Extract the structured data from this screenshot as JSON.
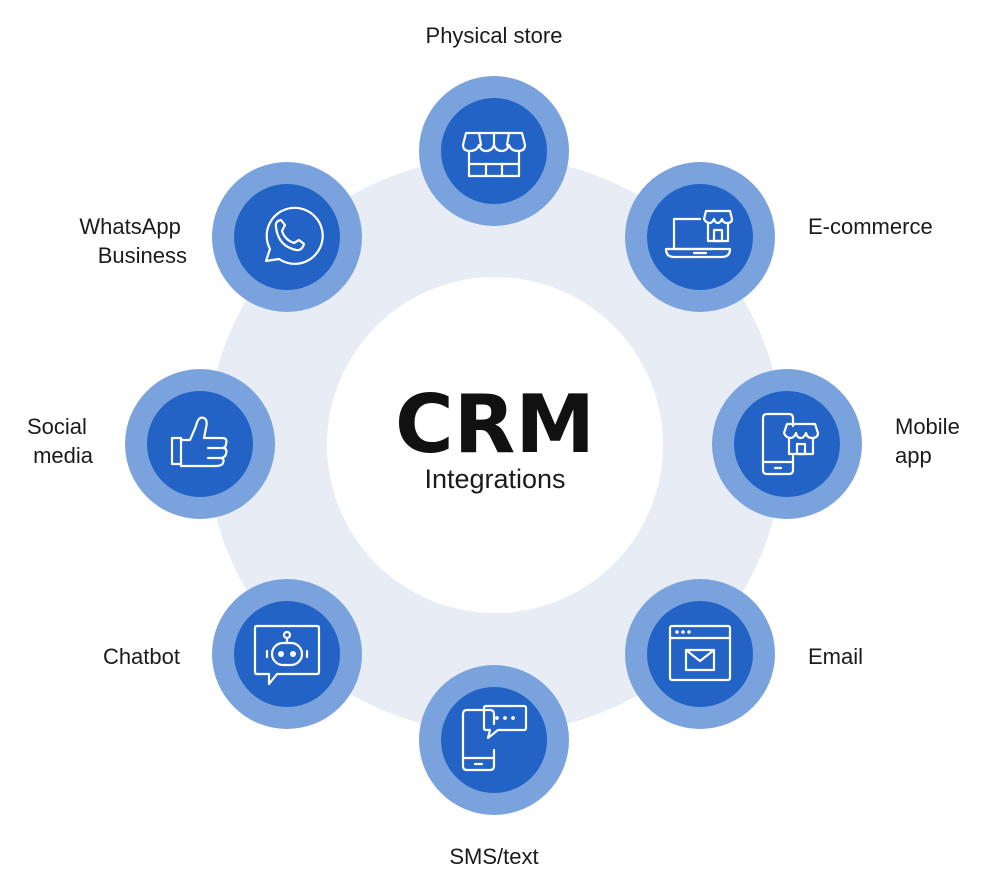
{
  "center": {
    "title": "CRM",
    "subtitle": "Integrations"
  },
  "nodes": [
    {
      "id": "physical-store",
      "icon": "storefront-icon",
      "label_lines": [
        "Physical store"
      ]
    },
    {
      "id": "e-commerce",
      "icon": "laptop-shop-icon",
      "label_lines": [
        "E-commerce"
      ]
    },
    {
      "id": "mobile-app",
      "icon": "mobile-shop-icon",
      "label_lines": [
        "Mobile",
        "app"
      ]
    },
    {
      "id": "email",
      "icon": "email-window-icon",
      "label_lines": [
        "Email"
      ]
    },
    {
      "id": "sms-text",
      "icon": "phone-chat-icon",
      "label_lines": [
        "SMS/text"
      ]
    },
    {
      "id": "chatbot",
      "icon": "robot-chat-icon",
      "label_lines": [
        "Chatbot"
      ]
    },
    {
      "id": "social-media",
      "icon": "thumbs-up-icon",
      "label_lines": [
        "Social",
        "media"
      ]
    },
    {
      "id": "whatsapp-business",
      "icon": "whatsapp-icon",
      "label_lines": [
        "WhatsApp",
        "Business"
      ]
    }
  ],
  "colors": {
    "ring": "#e8edf5",
    "node_halo": "#7aa2dc",
    "node_core": "#2363c5",
    "icon": "#ffffff",
    "text": "#1b1b1b"
  }
}
